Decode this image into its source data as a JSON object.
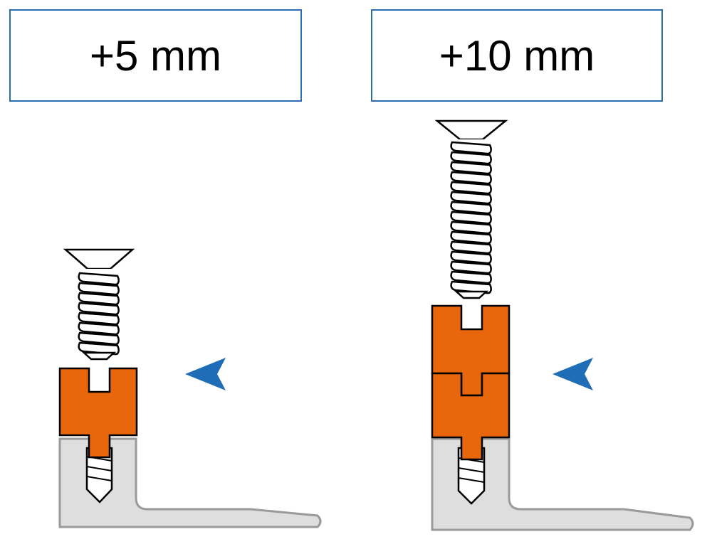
{
  "panels": [
    {
      "label": "+5 mm",
      "spacer_count": 1
    },
    {
      "label": "+10 mm",
      "spacer_count": 2
    }
  ],
  "colors": {
    "box_border": "#2f6db3",
    "spacer": "#e8670c",
    "bracket": "#dedede",
    "arrow": "#1f6db6",
    "outline": "#000000"
  },
  "icons": [
    "screw-icon",
    "spacer-block-icon",
    "pointer-arrow-icon",
    "bracket-icon"
  ]
}
